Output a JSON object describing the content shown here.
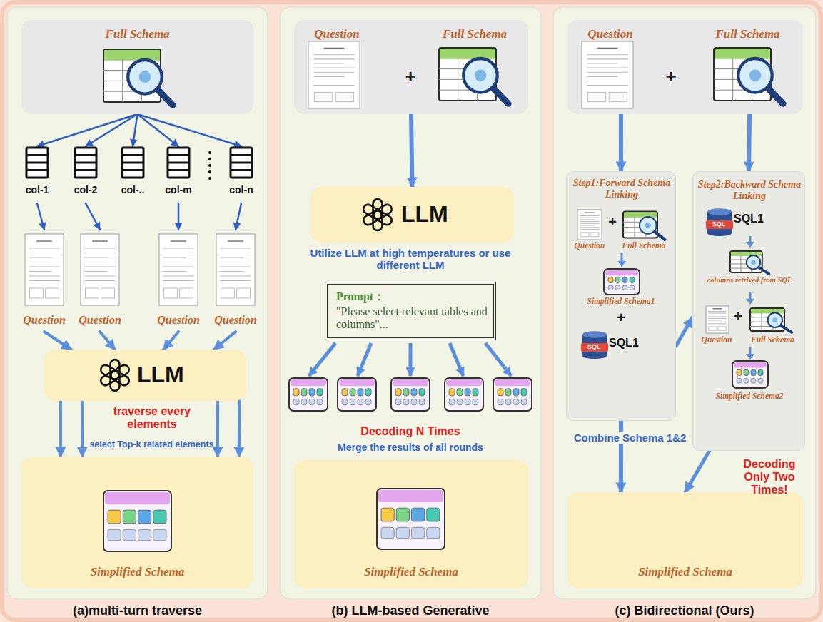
{
  "diagram": {
    "nodes": [
      {
        "text": [
          "(a)multi-turn traverse"
        ]
      },
      {
        "text": [
          "Full Schema"
        ],
        "in": 0
      },
      {
        "text": [
          "col-1"
        ],
        "in": 0
      },
      {
        "text": [
          "col-2"
        ],
        "in": 0
      },
      {
        "text": [
          "col-.."
        ],
        "in": 0
      },
      {
        "text": [
          "col-m"
        ],
        "in": 0
      },
      {
        "text": [
          "col-n"
        ],
        "in": 0
      },
      {
        "text": [
          "Question"
        ],
        "in": 0
      },
      {
        "text": [
          "Question"
        ],
        "in": 0
      },
      {
        "text": [
          "Question"
        ],
        "in": 0
      },
      {
        "text": [
          "Question"
        ],
        "in": 0
      },
      {
        "text": [
          "LLM"
        ],
        "in": 0
      },
      {
        "text": [
          "Simplified Schema"
        ],
        "in": 0
      },
      {
        "text": [
          "(b) LLM-based Generative"
        ]
      },
      {
        "text": [
          "Question",
          "Full Schema"
        ],
        "in": 13
      },
      {
        "text": [
          "LLM"
        ],
        "in": 13
      },
      {
        "text": [
          "Prompt：",
          "\"Please select relevant tables and columns\"..."
        ],
        "in": 13
      },
      {
        "text": [
          "Simplified Schema"
        ],
        "in": 13
      },
      {
        "text": [
          "(c) Bidirectional (Ours)"
        ]
      },
      {
        "text": [
          "Question",
          "Full Schema"
        ],
        "in": 18
      },
      {
        "text": [
          "Step1:Forward Schema Linking"
        ],
        "in": 18
      },
      {
        "text": [
          "Step2:Backward Schema Linking"
        ],
        "in": 18
      },
      {
        "text": [
          "Simplified Schema"
        ],
        "in": 18
      }
    ],
    "edges": [
      {
        "from": 1,
        "to": 2,
        "arrow": "to"
      },
      {
        "from": 1,
        "to": 3,
        "arrow": "to"
      },
      {
        "from": 1,
        "to": 4,
        "arrow": "to"
      },
      {
        "from": 1,
        "to": 5,
        "arrow": "to"
      },
      {
        "from": 1,
        "to": 6,
        "arrow": "to"
      },
      {
        "from": 2,
        "to": 7,
        "arrow": "to"
      },
      {
        "from": 3,
        "to": 8,
        "arrow": "to"
      },
      {
        "from": 5,
        "to": 9,
        "arrow": "to"
      },
      {
        "from": 6,
        "to": 10,
        "arrow": "to"
      },
      {
        "from": 7,
        "to": 11,
        "arrow": "to"
      },
      {
        "from": 8,
        "to": 11,
        "arrow": "to"
      },
      {
        "from": 9,
        "to": 11,
        "arrow": "to"
      },
      {
        "from": 10,
        "to": 11,
        "arrow": "to"
      },
      {
        "from": 11,
        "to": 12,
        "arrow": "to"
      },
      {
        "from": 11,
        "to": 12,
        "arrow": "to"
      },
      {
        "from": 11,
        "to": 12,
        "arrow": "to"
      },
      {
        "from": 11,
        "to": 12,
        "arrow": "to"
      },
      {
        "from": 14,
        "to": 15,
        "arrow": "to"
      },
      {
        "from": 19,
        "to": 20,
        "arrow": "to"
      },
      {
        "from": 19,
        "to": 21,
        "arrow": "to"
      },
      {
        "from": 20,
        "to": 21,
        "arrow": "to"
      },
      {
        "from": 20,
        "to": 22,
        "arrow": "to"
      },
      {
        "from": 21,
        "to": 22,
        "arrow": "to"
      }
    ],
    "labels": [
      "traverse every elements",
      "select Top-k related elements",
      "+",
      "Utilize LLM at high temperatures or use different LLM",
      "Decoding N Times",
      "Merge the results of all rounds",
      "+",
      "+",
      "Question",
      "Full Schema",
      "Simplified Schema1",
      "+",
      "SQL",
      "SQL1",
      "SQL",
      "SQL1",
      "columns retrived from SQL",
      "+",
      "Question",
      "Full Schema",
      "Simplified Schema2",
      "Combine Schema 1&2",
      "Decoding Only Two Times!"
    ]
  }
}
